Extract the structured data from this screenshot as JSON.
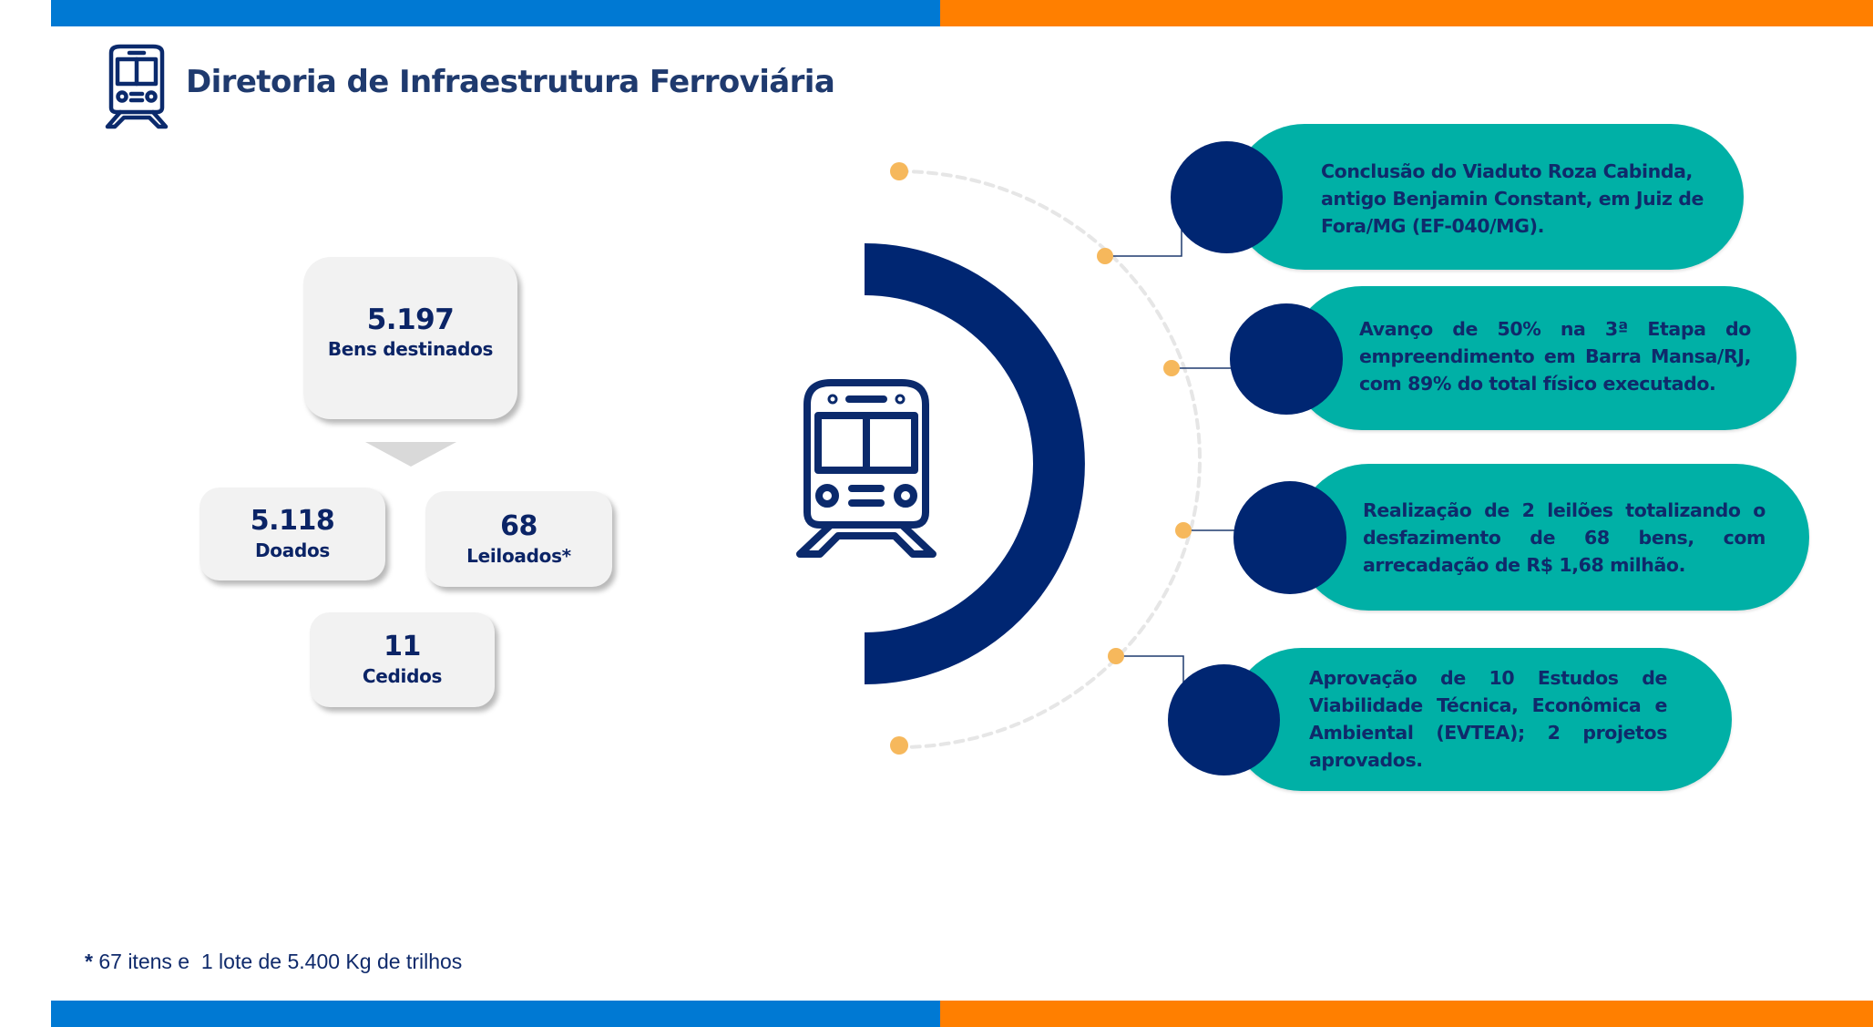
{
  "header": {
    "title": "Diretoria de Infraestrutura Ferroviária",
    "icon": "train-icon"
  },
  "colors": {
    "accent_blue": "#0079d3",
    "accent_orange": "#ff7f00",
    "navy": "#002672",
    "teal": "#00b0a6",
    "dot_yellow": "#f6b85c",
    "card_bg": "#f2f2f2"
  },
  "stats": {
    "total": {
      "value": "5.197",
      "label": "Bens destinados"
    },
    "breakdown": [
      {
        "value": "5.118",
        "label": "Doados"
      },
      {
        "value": "68",
        "label": "Leiloados*"
      },
      {
        "value": "11",
        "label": "Cedidos"
      }
    ]
  },
  "highlights": [
    {
      "text": "Conclusão do Viaduto Roza Cabinda, antigo Benjamin Constant, em Juiz de Fora/MG (EF-040/MG)."
    },
    {
      "text": "Avanço de 50% na 3ª Etapa do empreendimento em Barra Mansa/RJ, com 89% do total físico executado."
    },
    {
      "text": "Realização de 2 leilões totalizando o desfazimento de 68 bens, com arrecadação de R$ 1,68 milhão."
    },
    {
      "text": "Aprovação de 10 Estudos de Viabilidade Técnica, Econômica e Ambiental (EVTEA); 2 projetos aprovados."
    }
  ],
  "footnote": {
    "marker": "*",
    "text": " 67 itens e  1 lote de 5.400 Kg de trilhos"
  }
}
